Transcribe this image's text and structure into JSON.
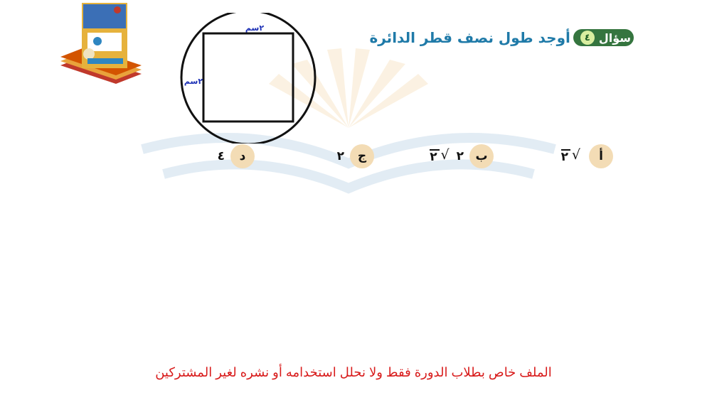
{
  "question": {
    "badge_word": "سؤال",
    "number": "٤",
    "text": "أوجد طول نصف قطر الدائرة"
  },
  "figure": {
    "top_label": "٢سم",
    "left_label": "٢سم"
  },
  "options": [
    {
      "letter": "أ",
      "prefix": "",
      "radicand": "٢",
      "value": ""
    },
    {
      "letter": "ب",
      "prefix": "٢",
      "radicand": "٢",
      "value": ""
    },
    {
      "letter": "ج",
      "prefix": "",
      "radicand": "",
      "value": "٢"
    },
    {
      "letter": "د",
      "prefix": "",
      "radicand": "",
      "value": "٤"
    }
  ],
  "footer": {
    "notice": "الملف خاص بطلاب الدورة فقط ولا نحلل استخدامه أو نشره لغير المشتركين"
  },
  "colors": {
    "badge_green": "#35753f",
    "title_blue": "#1f7aa8",
    "option_circle": "#f3dcb5",
    "footer_red": "#d81b1b"
  }
}
